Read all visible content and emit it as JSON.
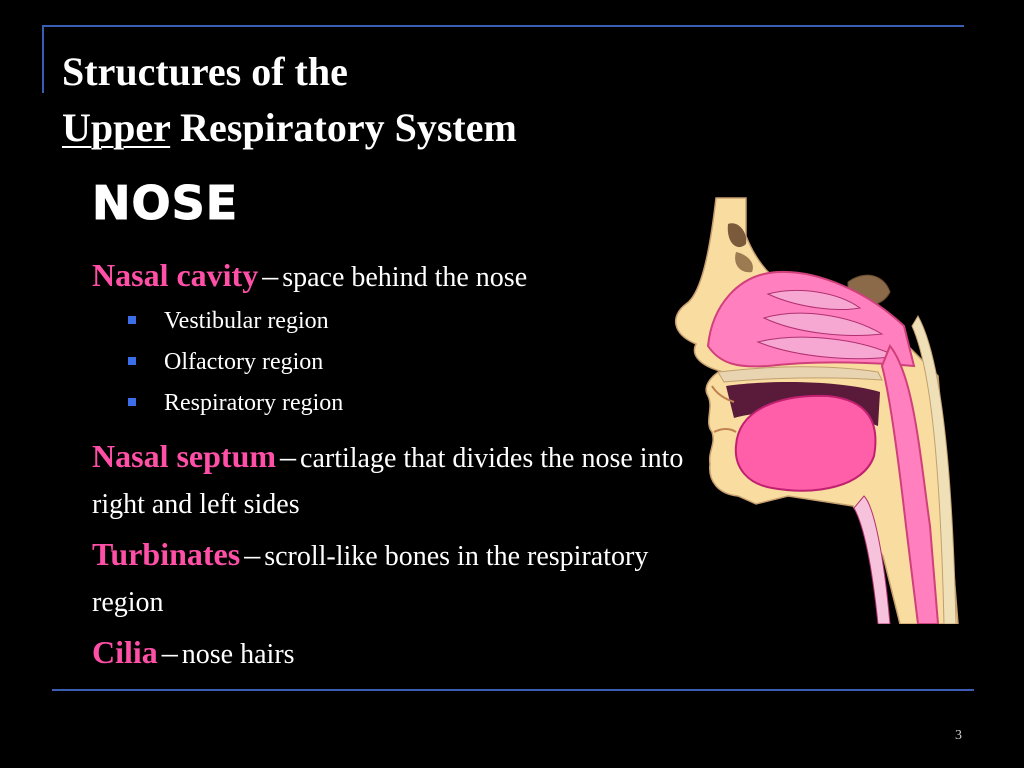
{
  "title": {
    "line1": "Structures of the",
    "underlined": "Upper",
    "line2_rest": " Respiratory System"
  },
  "heading": "Nose",
  "items": [
    {
      "term": "Nasal cavity",
      "desc": "space behind the nose"
    },
    {
      "term": "Nasal septum",
      "desc": "cartilage that divides the nose into right and left sides"
    },
    {
      "term": "Turbinates",
      "desc": "scroll-like bones in the respiratory region"
    },
    {
      "term": "Cilia",
      "desc": "nose hairs"
    }
  ],
  "dash": "–",
  "subitems": [
    "Vestibular region",
    "Olfactory region",
    "Respiratory region"
  ],
  "page_number": "3",
  "colors": {
    "background": "#000000",
    "rule": "#3b5db4",
    "term": "#ff4fa7",
    "bullet": "#3b6ee8"
  }
}
